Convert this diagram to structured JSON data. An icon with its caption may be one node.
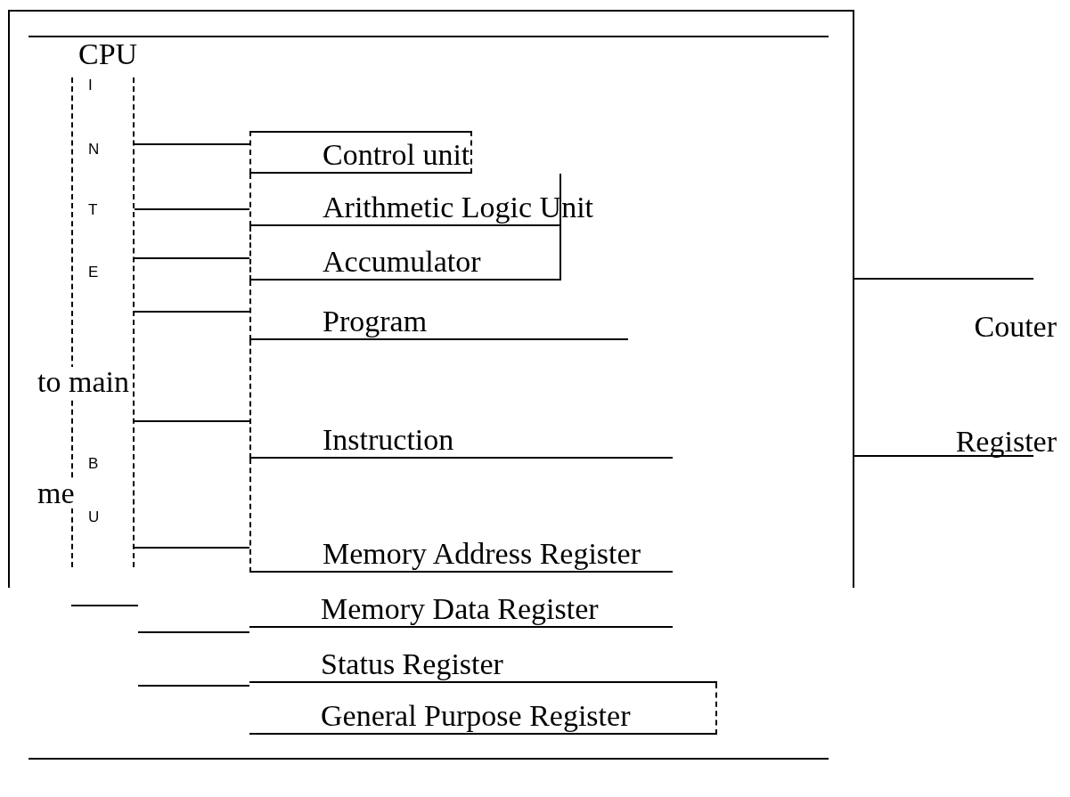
{
  "diagram": {
    "nodes": [
      {
        "text": [
          "CPU"
        ]
      },
      {
        "text": [
          "I",
          "N",
          "T",
          "E",
          "B",
          "U"
        ],
        "in": 0
      },
      {
        "text": [
          "Control unit"
        ],
        "in": 0
      },
      {
        "text": [
          "Arithmetic Logic Unit"
        ],
        "in": 0
      },
      {
        "text": [
          "Accumulator"
        ],
        "in": 0
      },
      {
        "text": [
          "Program"
        ],
        "in": 0
      },
      {
        "text": [
          "Instruction"
        ],
        "in": 0
      },
      {
        "text": [
          "Memory Address Register"
        ],
        "in": 0
      },
      {
        "text": [
          "Memory Data Register"
        ],
        "in": 0
      },
      {
        "text": [
          "Status Register"
        ],
        "in": 0
      },
      {
        "text": [
          "General Purpose Register"
        ],
        "in": 0
      },
      {
        "text": [
          "Couter",
          "Register"
        ]
      }
    ],
    "edges": [
      {
        "from": 1,
        "to": 2,
        "arrow": "none"
      },
      {
        "from": 1,
        "to": 3,
        "arrow": "none"
      },
      {
        "from": 1,
        "to": 4,
        "arrow": "none"
      },
      {
        "from": 1,
        "to": 5,
        "arrow": "none"
      },
      {
        "from": 1,
        "to": 6,
        "arrow": "none"
      },
      {
        "from": 1,
        "to": 7,
        "arrow": "none"
      },
      {
        "from": null,
        "to": 9,
        "arrow": "none"
      },
      {
        "from": null,
        "to": 10,
        "arrow": "none"
      }
    ],
    "labels": [
      "to main",
      "me"
    ]
  }
}
